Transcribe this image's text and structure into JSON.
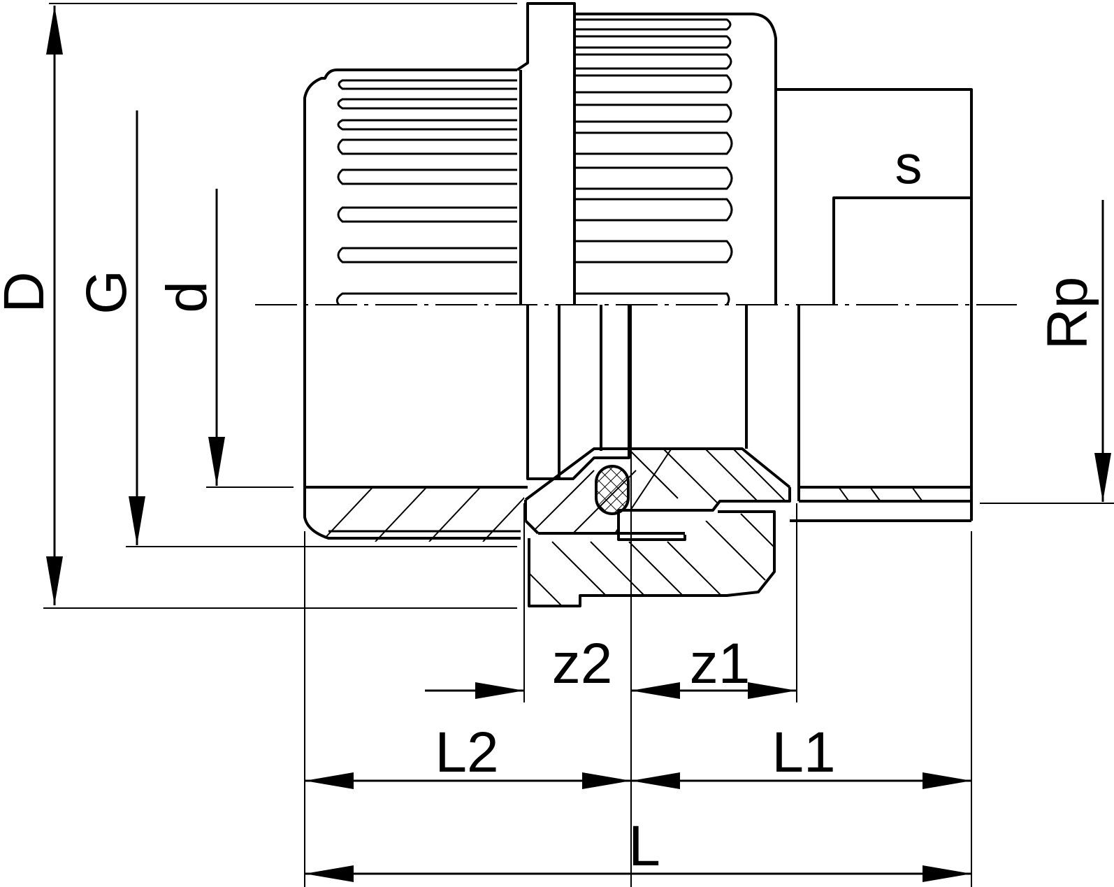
{
  "labels": {
    "D": "D",
    "G": "G",
    "d": "d",
    "Rp": "Rp",
    "s": "s",
    "z2": "z2",
    "z1": "z1",
    "L2": "L2",
    "L1": "L1",
    "L": "L"
  }
}
